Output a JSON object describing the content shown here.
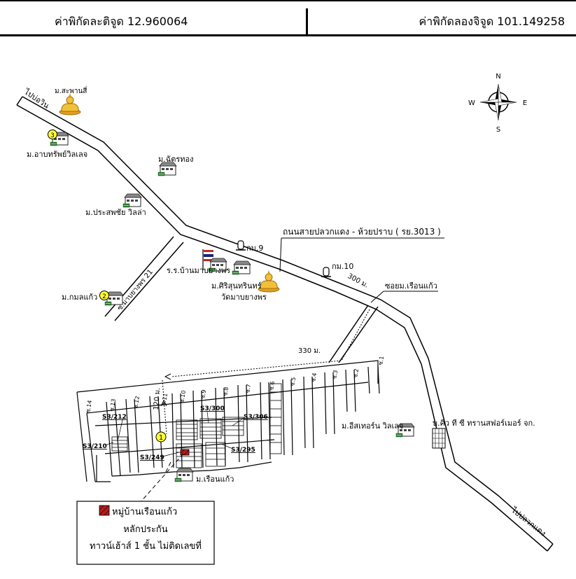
{
  "header": {
    "latitude": "ค่าพิกัดละติจูด 12.960064",
    "longitude": "ค่าพิกัดลองจิจูด 101.149258"
  },
  "compass": {
    "north": "N",
    "south": "S",
    "east": "E",
    "west": "W"
  },
  "roads": {
    "main_road": "ถนนสายปลวกแดง - ห้วยปราบ ( รย.3013 )",
    "to_bowin": "ไปบ่อวิน",
    "to_pluakdaeng": "ไปปลวกแดง",
    "soi_21": "ซ.มาบยางพร 21",
    "soi_ruenkaew": "ซอยม.เรือนแก้ว"
  },
  "kilometer_markers": {
    "km9": "กม.9",
    "km10": "กม.10"
  },
  "distances": {
    "d300": "300 ม.",
    "d330": "330 ม.",
    "d120": "120 ม."
  },
  "landmarks": {
    "temple_top": "ม.สะพานสี่",
    "village_3": "ม.อาบทรัพย์วิลเลจ",
    "chatthong": "ม.ฉัตรทอง",
    "prasapchai": "ม.ประสพชัย วิลล่า",
    "school": "ร.ร.บ้านมาบยางพร",
    "sirisunthon": "ม.ศิริสุนทรินทร์",
    "wat": "วัดมาบยางพร",
    "kamonkaew": "ม.กมลแก้ว",
    "eastern_villa": "ม.อีสเทอร์น วิลเลจ",
    "company": "บ.คิว ที ซี ทรานสฟอร์เมอร์ จก.",
    "ruenkaew": "ม.เรือนแก้ว"
  },
  "numbered_markers": {
    "m1": "1",
    "m2": "2",
    "m3": "3"
  },
  "soi_labels": [
    "ซ.1",
    "ซ.2",
    "ซ.3",
    "ซ.4",
    "ซ.5",
    "ซ.6",
    "ซ.7",
    "ซ.8",
    "ซ.9",
    "ซ.10",
    "ซ.11",
    "ซ.12",
    "ซ.13",
    "ซ.14"
  ],
  "lot_labels": {
    "s212": "S3/212",
    "s300": "S3/300",
    "s306": "S3/306",
    "s210": "S3/210",
    "s249": "S3/249",
    "s295": "S3/295"
  },
  "legend": {
    "title": "หมู่บ้านเรือนแก้ว",
    "line2": "หลักประกัน",
    "line3": "ทาวน์เฮ้าส์ 1 ชั้น ไม่ติดเลขที่"
  },
  "colors": {
    "collateral": "#b71c1c",
    "marker_fill": "#ffff33",
    "temple": "#f0c030",
    "building_green": "#2e7d32"
  }
}
